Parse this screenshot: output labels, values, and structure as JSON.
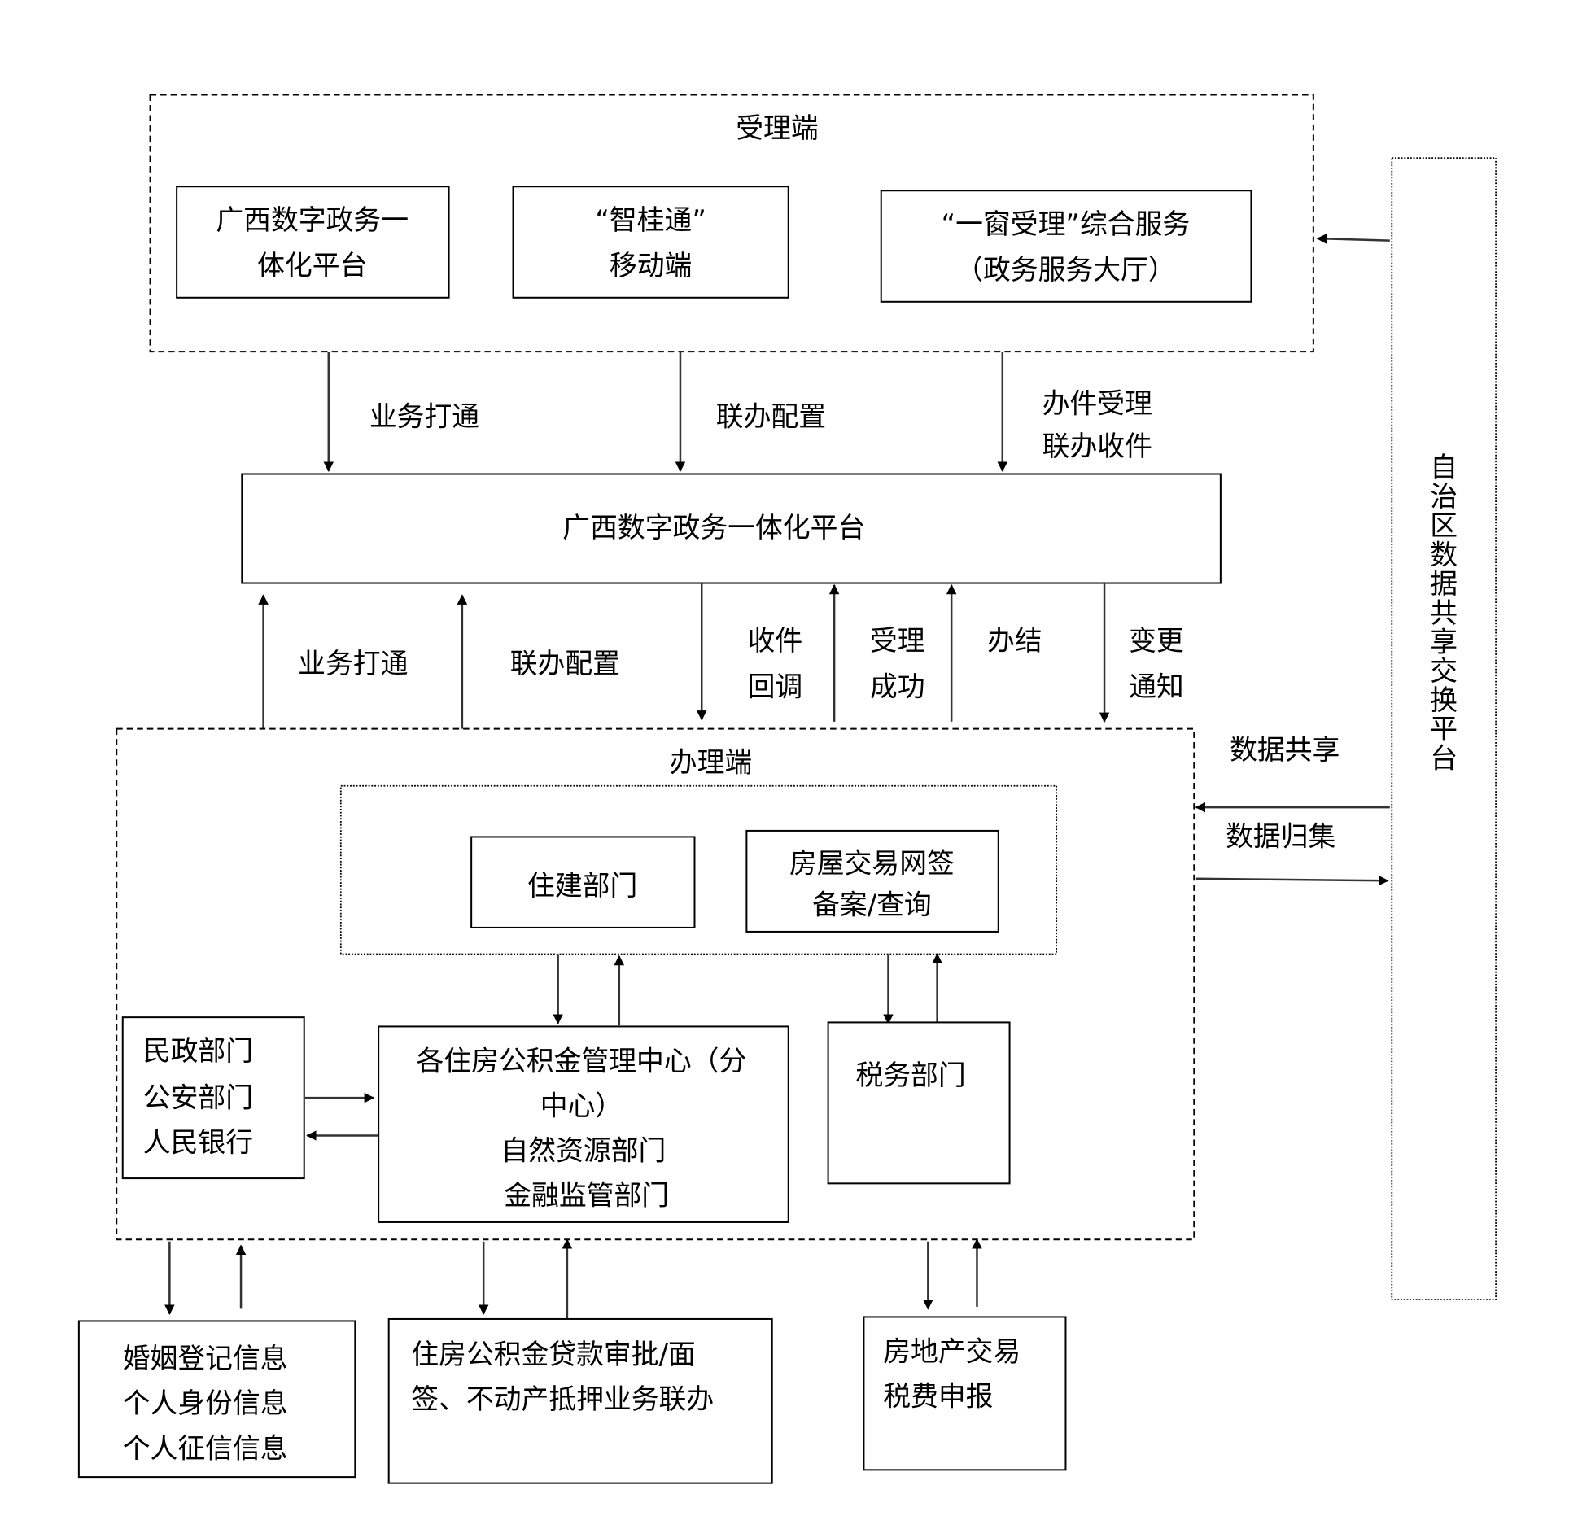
{
  "acceptance_end": {
    "title": "受理端",
    "boxes": [
      {
        "lines": [
          "广西数字政务一",
          "体化平台"
        ]
      },
      {
        "lines": [
          "“智桂通”",
          "移动端"
        ]
      },
      {
        "lines": [
          "“一窗受理”综合服务",
          "（政务服务大厅）"
        ]
      }
    ]
  },
  "upper_flow_labels": {
    "a": [
      "业务打通"
    ],
    "b": [
      "联办配置"
    ],
    "c": [
      "办件受理",
      "联办收件"
    ]
  },
  "central_platform": {
    "title": "广西数字政务一体化平台"
  },
  "lower_flow_labels": {
    "a": [
      "业务打通"
    ],
    "b": [
      "联办配置"
    ],
    "c": [
      "收件",
      "回调"
    ],
    "d": [
      "受理",
      "成功"
    ],
    "e": [
      "办结"
    ],
    "f": [
      "变更",
      "通知"
    ]
  },
  "processing_end": {
    "title": "办理端",
    "housing_dept": [
      "住建部门"
    ],
    "online_signing": [
      "房屋交易网签",
      "备案/查询"
    ],
    "civil_group": [
      "民政部门",
      "公安部门",
      "人民银行"
    ],
    "fund_center": [
      "各住房公积金管理中心（分",
      "中心）",
      "自然资源部门",
      "金融监管部门"
    ],
    "tax_dept": [
      "税务部门"
    ]
  },
  "data_exchange": {
    "platform": "自治区数据共享交换平台",
    "share_label": "数据共享",
    "collect_label": "数据归集"
  },
  "outputs": {
    "marriage": [
      "婚姻登记信息",
      "个人身份信息",
      "个人征信信息"
    ],
    "loan": [
      "住房公积金贷款审批/面",
      "签、不动产抵押业务联办"
    ],
    "tax": [
      "房地产交易",
      "税费申报"
    ]
  }
}
